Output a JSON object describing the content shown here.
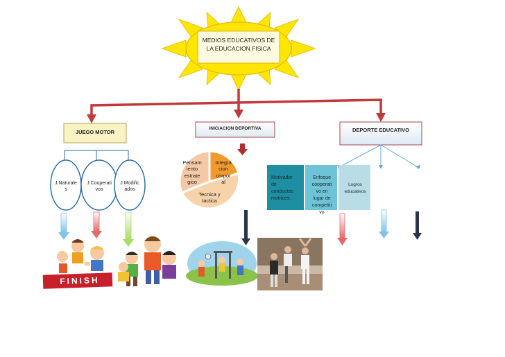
{
  "title": {
    "line1": "MEDIOS EDUCATIVOS DE",
    "line2": "LA EDUCACION FISICA"
  },
  "categories": {
    "juego_motor": "JUEGO MOTOR",
    "iniciacion_deportiva": "INICIACION DEPORTIVA",
    "deporte_educativo": "DEPORTE EDUCATIVO"
  },
  "juego_motor_items": [
    {
      "line1": "J.Naturale",
      "line2": "s"
    },
    {
      "line1": "J.Cooperati",
      "line2": "vos"
    },
    {
      "line1": "J.Modific",
      "line2": "ados"
    }
  ],
  "iniciacion_items": {
    "left": [
      "Pensam",
      "iento",
      "estrate",
      "gico"
    ],
    "right": [
      "Integra",
      "cion",
      "corpor",
      "al"
    ],
    "bottom": [
      "Tecnica y",
      "tactica"
    ]
  },
  "deporte_items": {
    "col1": [
      "Motivador",
      "de",
      "conductas",
      "motrices,"
    ],
    "col2": [
      "Enfoque",
      "cooperati",
      "vo en",
      "lugar de",
      "competiti",
      "vo"
    ],
    "col3": [
      "Logros",
      "educativos"
    ]
  },
  "images": {
    "finish_banner": "FINISH"
  },
  "colors": {
    "sun": "#ffe600",
    "sun_outline": "#f0c000",
    "connector": "#c0393b",
    "box_fill": "#e8f0f8",
    "juego_box": "#f9f3c4",
    "pie_left": "#f6c9a6",
    "pie_right": "#f29a2e",
    "pie_bottom": "#f6d3a8",
    "col1": "#1e8fa2",
    "col2": "#6ec4d6",
    "col3": "#b8dde6",
    "arrow_light_blue": "#a6d6f0",
    "arrow_red": "#e87070",
    "arrow_green": "#b7e07a",
    "arrow_navy": "#27364d"
  }
}
